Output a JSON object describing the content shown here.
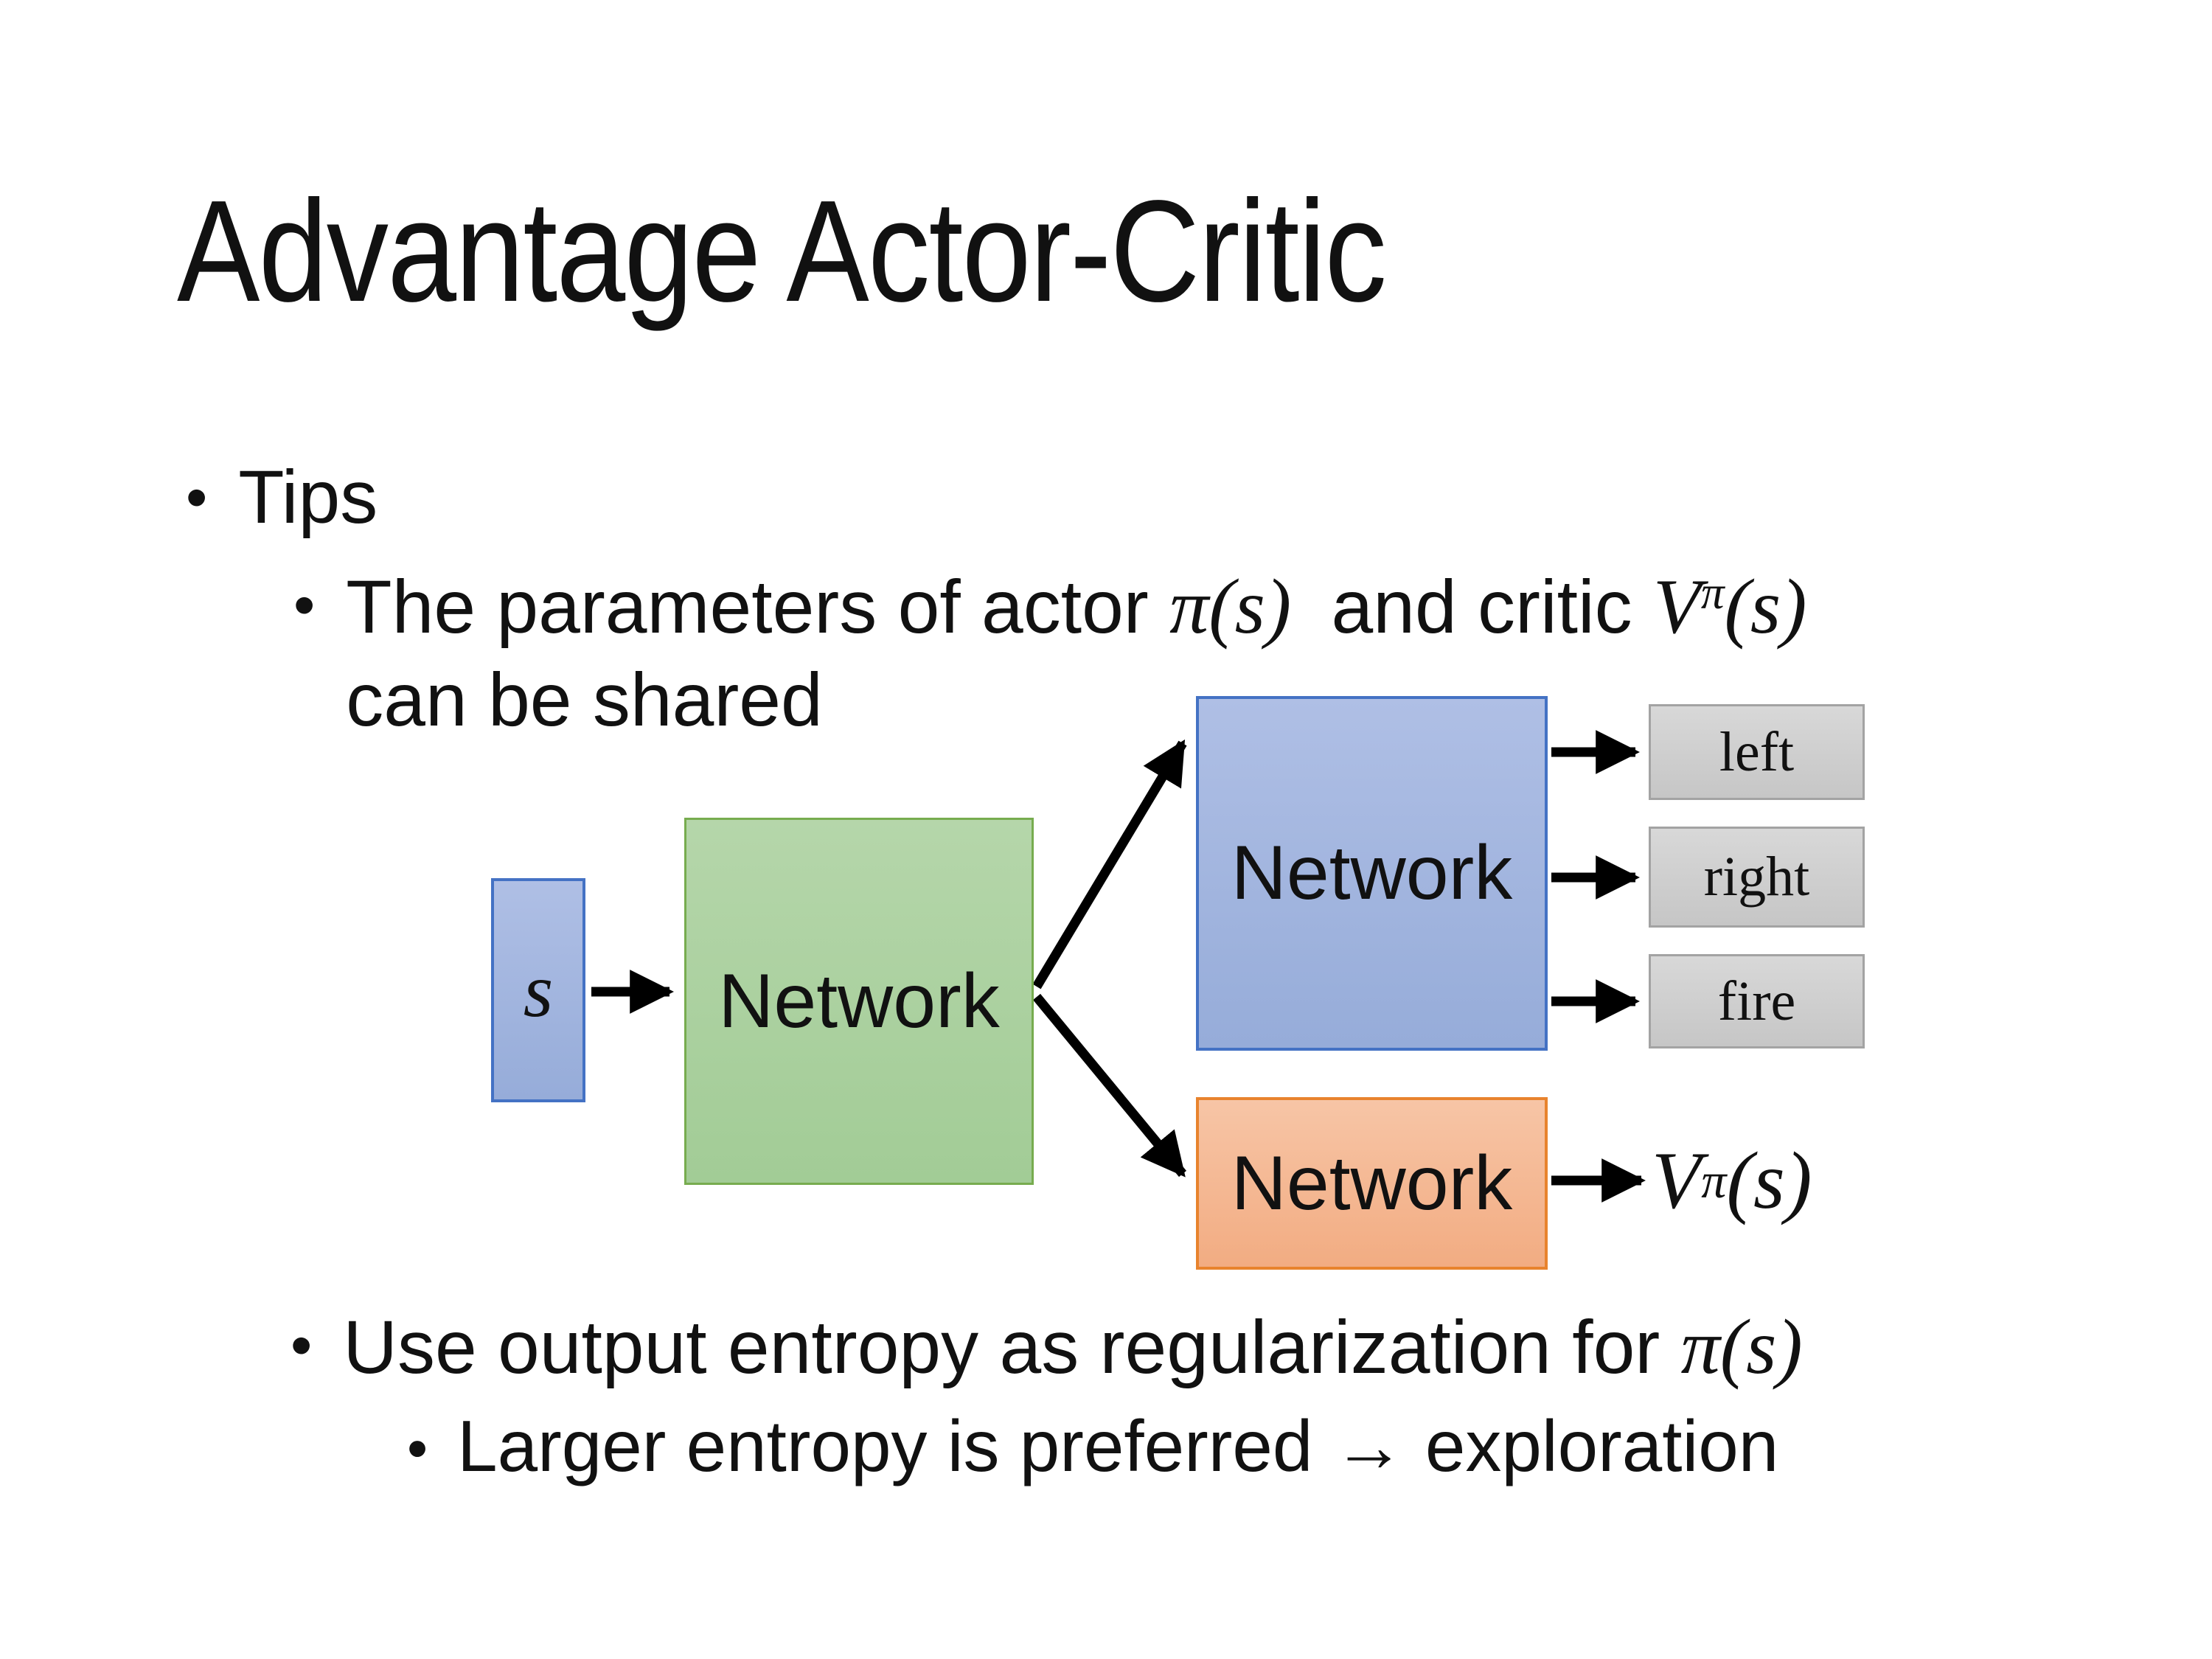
{
  "slide": {
    "title": "Advantage Actor-Critic",
    "bullet_char": "•"
  },
  "bullets": {
    "tips": "Tips",
    "param": {
      "text1": "The parameters of actor ",
      "math1": "π(s)",
      "text2": " and critic ",
      "v_base": "V",
      "v_sup": "π",
      "v_args": "(s)",
      "line2": "can be shared"
    },
    "entropy": {
      "text1": "Use output entropy as regularization for ",
      "math1": "π(s)"
    },
    "exploration": "Larger entropy is preferred → exploration"
  },
  "diagram": {
    "state_label": "s",
    "shared_network": "Network",
    "actor_network": "Network",
    "critic_network": "Network",
    "actions": [
      "left",
      "right",
      "fire"
    ],
    "value": {
      "base": "V",
      "sup": "π",
      "args": "(s)"
    }
  },
  "colors": {
    "blue_fill_top": "#AFBFE5",
    "blue_fill_bottom": "#96ACD9",
    "blue_border": "#4472C4",
    "green_fill_top": "#B5D6AA",
    "green_fill_bottom": "#A2CC96",
    "green_border": "#77AC4F",
    "orange_fill_top": "#F7C5A6",
    "orange_fill_bottom": "#F2AC82",
    "orange_border": "#E8832D",
    "gray_fill_top": "#D8D8D8",
    "gray_fill_bottom": "#C6C6C6",
    "gray_border": "#A3A3A3",
    "arrow": "#000000",
    "text": "#111111"
  }
}
